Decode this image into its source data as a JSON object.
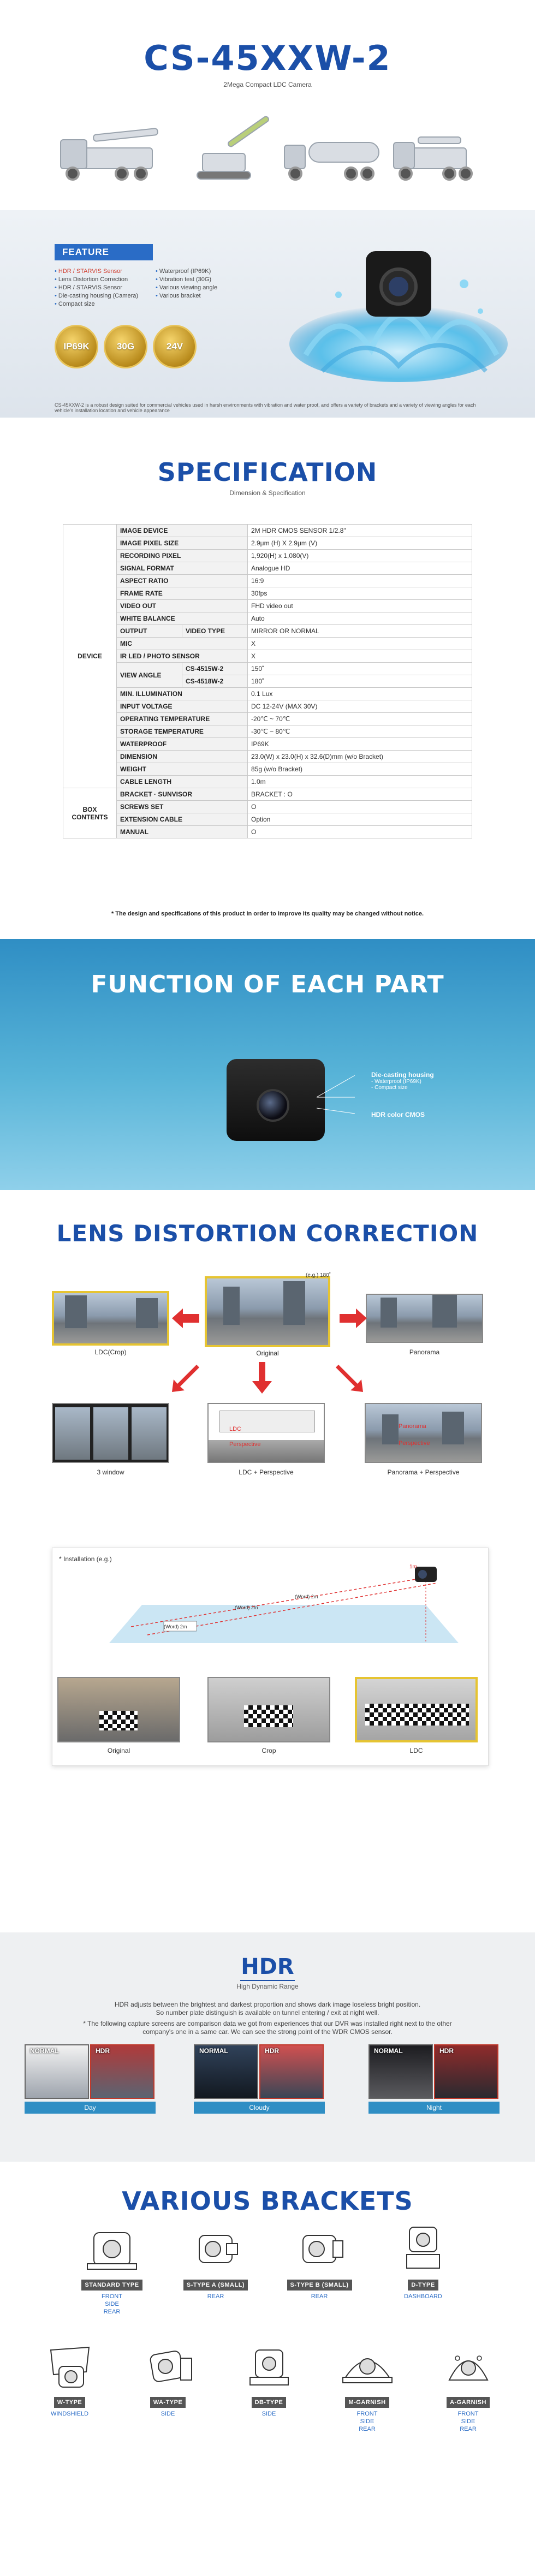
{
  "header": {
    "model": "CS-45XXW-2",
    "subtitle": "2Mega Compact LDC Camera"
  },
  "feature": {
    "tag": "FEATURE",
    "left_list": [
      {
        "text": "HDR / STARVIS Sensor",
        "highlight": true
      },
      {
        "text": "Lens Distortion Correction",
        "highlight": false
      },
      {
        "text": "HDR / STARVIS Sensor",
        "highlight": false
      },
      {
        "text": "Die-casting housing (Camera)",
        "highlight": false
      },
      {
        "text": "Compact size",
        "highlight": false
      }
    ],
    "right_list": [
      "Waterproof (IP69K)",
      "Vibration test (30G)",
      "Various viewing angle",
      "Various bracket"
    ],
    "badges": [
      "IP69K",
      "30G",
      "24V"
    ],
    "note": "CS-45XXW-2 is a robust design suited for commercial vehicles used in harsh environments with vibration and water proof, and offers a variety of brackets and a variety of viewing angles for each vehicle's installation location and vehicle appearance"
  },
  "specification": {
    "title": "SPECIFICATION",
    "subtitle": "Dimension & Specification",
    "groups": [
      {
        "name": "DEVICE",
        "rows": [
          {
            "label": "IMAGE DEVICE",
            "value": "2M HDR CMOS SENSOR 1/2.8\""
          },
          {
            "label": "IMAGE PIXEL SIZE",
            "value": "2.9μm (H) X 2.9μm (V)"
          },
          {
            "label": "RECORDING PIXEL",
            "value": "1,920(H) x 1,080(V)"
          },
          {
            "label": "SIGNAL FORMAT",
            "value": "Analogue HD"
          },
          {
            "label": "ASPECT RATIO",
            "value": "16:9"
          },
          {
            "label": "FRAME RATE",
            "value": "30fps"
          },
          {
            "label": "VIDEO OUT",
            "value": "FHD video out"
          },
          {
            "label": "WHITE BALANCE",
            "value": "Auto"
          },
          {
            "label": "OUTPUT",
            "sub": "VIDEO TYPE",
            "value": "MIRROR OR NORMAL"
          },
          {
            "label": "MIC",
            "value": "X"
          },
          {
            "label": "IR LED / PHOTO SENSOR",
            "value": "X"
          },
          {
            "label": "VIEW ANGLE",
            "sub": "CS-4515W-2",
            "value": "150˚"
          },
          {
            "label": "",
            "sub": "CS-4518W-2",
            "value": "180˚"
          },
          {
            "label": "MIN. ILLUMINATION",
            "value": "0.1 Lux"
          },
          {
            "label": "INPUT VOLTAGE",
            "value": "DC 12-24V (MAX 30V)"
          },
          {
            "label": "OPERATING TEMPERATURE",
            "value": "-20℃ ~ 70℃"
          },
          {
            "label": "STORAGE TEMPERATURE",
            "value": "-30℃ ~ 80℃"
          },
          {
            "label": "WATERPROOF",
            "value": "IP69K"
          },
          {
            "label": "DIMENSION",
            "value": "23.0(W) x 23.0(H) x 32.6(D)mm (w/o Bracket)"
          },
          {
            "label": "WEIGHT",
            "value": "85g (w/o Bracket)"
          },
          {
            "label": "CABLE LENGTH",
            "value": "1.0m"
          }
        ]
      },
      {
        "name": "BOX CONTENTS",
        "rows": [
          {
            "label": "BRACKET · SUNVISOR",
            "value": "BRACKET : O"
          },
          {
            "label": "SCREWS SET",
            "value": "O"
          },
          {
            "label": "EXTENSION CABLE",
            "value": "Option"
          },
          {
            "label": "MANUAL",
            "value": "O"
          }
        ]
      }
    ],
    "note": "* The design and specifications of this product in order to improve its quality may be changed without notice."
  },
  "function": {
    "title": "FUNCTION OF EACH PART",
    "callouts": [
      {
        "title": "Die-casting housing",
        "lines": [
          "- Waterproof (IP69K)",
          "- Compact size"
        ]
      },
      {
        "title": "HDR color CMOS",
        "lines": []
      }
    ]
  },
  "ldc": {
    "title": "LENS DISTORTION CORRECTION",
    "original_angle": "(e.g.) 180˚",
    "captions": {
      "ldc_crop": "LDC(Crop)",
      "original": "Original",
      "panorama": "Panorama",
      "three_window": "3 window",
      "ldc_perspective": "LDC + Perspective",
      "panorama_perspective": "Panorama + Perspective"
    },
    "overlay": {
      "ldc": "LDC",
      "perspective": "Perspective",
      "panorama": "Panorama"
    },
    "installation": {
      "label": "* Installation (e.g.)",
      "height_label": "1m",
      "dist_a": "(Word) 2m",
      "dist_b": "(Word) 2m",
      "dist_c": "(Word) 2m",
      "captions": [
        "Original",
        "Crop",
        "LDC"
      ]
    }
  },
  "hdr": {
    "title": "HDR",
    "subtitle": "High Dynamic Range",
    "desc1": "HDR adjusts between the brightest and darkest proportion and shows dark image loseless bright position.",
    "desc2": "So number plate distinguish is available on tunnel entering / exit at night well.",
    "desc3": "* The following capture screens are comparison data we got from experiences that our DVR was installed right next to the other",
    "desc4": "company's one in a same car. We can see the strong point of the WDR CMOS sensor.",
    "image_labels": [
      "NORMAL",
      "HDR",
      "NORMAL",
      "HDR",
      "NORMAL",
      "HDR"
    ],
    "conditions": [
      "Day",
      "Cloudy",
      "Night"
    ]
  },
  "brackets": {
    "title": "VARIOUS BRACKETS",
    "items": [
      {
        "name": "STANDARD TYPE",
        "use": [
          "FRONT",
          "SIDE",
          "REAR"
        ]
      },
      {
        "name": "S-TYPE A (SMALL)",
        "use": [
          "REAR"
        ]
      },
      {
        "name": "S-TYPE B (SMALL)",
        "use": [
          "REAR"
        ]
      },
      {
        "name": "D-TYPE",
        "use": [
          "DASHBOARD"
        ]
      },
      {
        "name": "W-TYPE",
        "use": [
          "WINDSHIELD"
        ]
      },
      {
        "name": "WA-TYPE",
        "use": [
          "SIDE"
        ]
      },
      {
        "name": "DB-TYPE",
        "use": [
          "SIDE"
        ]
      },
      {
        "name": "M-GARNISH",
        "use": [
          "FRONT",
          "SIDE",
          "REAR"
        ]
      },
      {
        "name": "A-GARNISH",
        "use": [
          "FRONT",
          "SIDE",
          "REAR"
        ]
      }
    ]
  },
  "colors": {
    "brand_blue": "#1b4fa8",
    "accent_blue": "#2a6cc6",
    "highlight_red": "#d03a2b",
    "badge_gold": "#b98b1c"
  }
}
